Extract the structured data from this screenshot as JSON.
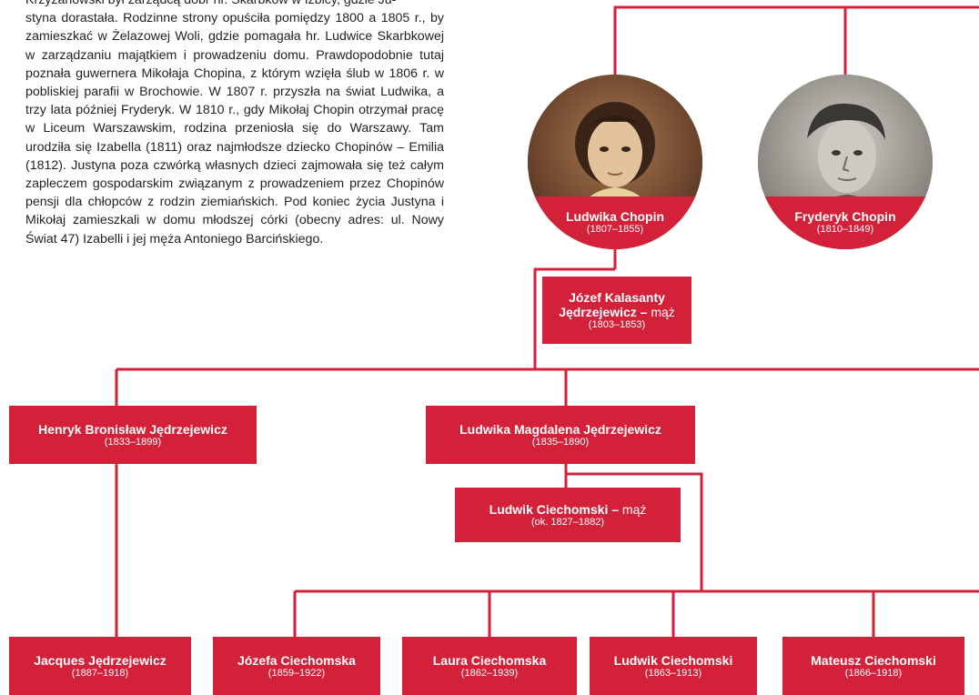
{
  "bio": {
    "first_line": "Krzyżanowski był zarządcą dóbr hr. Skarbków w Izbicy, gdzie Ju-",
    "text": "styna dorastała. Rodzinne strony opuściła pomiędzy 1800 a 1805 r., by zamieszkać w Żelazowej Woli, gdzie pomagała hr. Ludwice Skarbkowej w zarządzaniu majątkiem i prowadzeniu domu. Praw­dopodobnie tutaj poznała guwernera Mikołaja Chopina, z którym wzięła ślub w 1806 r. w pobliskiej parafii w Brochowie. W 1807 r. przyszła na świat Ludwika, a trzy lata później Fryderyk. W 1810 r., gdy Mikołaj Chopin otrzymał pracę w Liceum Warszawskim, rodzi­na przeniosła się do Warszawy. Tam urodziła się Izabella (1811) oraz najmłodsze dziecko Chopinów – Emilia (1812). Justyna poza czwórką własnych dzieci zajmowała się też całym zapleczem go­spodarskim związanym z prowadzeniem przez Chopinów pensji dla chłopców z rodzin ziemiańskich. Pod koniec życia Justyna i Mikołaj zamieszkali w domu młodszej córki (obecny adres: ul. Nowy Świat 47) Izabelli i jej męża Antoniego Barcińskiego."
  },
  "colors": {
    "accent": "#d3213a",
    "text": "#231f20"
  },
  "portraits": [
    {
      "name": "Ludwika Chopin",
      "years": "(1807–1855)",
      "icon": "woman-portrait"
    },
    {
      "name": "Fryderyk Chopin",
      "years": "(1810–1849)",
      "icon": "man-portrait"
    }
  ],
  "spouse1": {
    "name": "Józef Kalasanty",
    "name2": "Jędrzejewicz –",
    "relation": "mąż",
    "years": "(1803–1853)"
  },
  "children": [
    {
      "name": "Henryk Bronisław Jędrzejewicz",
      "years": "(1833–1899)"
    },
    {
      "name": "Ludwika Magdalena Jędrzejewicz",
      "years": "(1835–1890)"
    }
  ],
  "spouse2": {
    "name": "Ludwik Ciechomski –",
    "relation": "mąż",
    "years": "(ok. 1827–1882)"
  },
  "grandchildren": [
    {
      "name": "Jacques Jędrzejewicz",
      "years": "(1887–1918)"
    },
    {
      "name": "Józefa Ciechomska",
      "years": "(1859–1922)"
    },
    {
      "name": "Laura Ciechomska",
      "years": "(1862–1939)"
    },
    {
      "name": "Ludwik Ciechomski",
      "years": "(1863–1913)"
    },
    {
      "name": "Mateusz Ciechomski",
      "years": "(1866–1918)"
    }
  ]
}
